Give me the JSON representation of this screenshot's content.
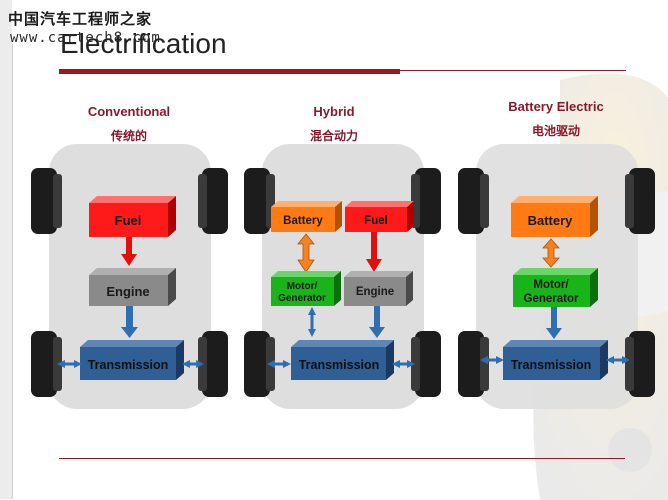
{
  "watermark": {
    "site_name": "中国汽车工程师之家",
    "url": "www.cartech8.com"
  },
  "slide": {
    "title": "Electrification"
  },
  "columns": [
    {
      "title": "Conventional",
      "subtitle": "传统的",
      "blocks": {
        "fuel": "Fuel",
        "engine": "Engine",
        "transmission": "Transmission"
      }
    },
    {
      "title": "Hybrid",
      "subtitle": "混合动力",
      "blocks": {
        "battery": "Battery",
        "fuel": "Fuel",
        "motor_line1": "Motor/",
        "motor_line2": "Generator",
        "engine": "Engine",
        "transmission": "Transmission"
      }
    },
    {
      "title": "Battery Electric",
      "subtitle": "电池驱动",
      "blocks": {
        "battery": "Battery",
        "motor_line1": "Motor/",
        "motor_line2": "Generator",
        "transmission": "Transmission"
      }
    }
  ],
  "colors": {
    "accent_red": "#a01526",
    "header_text": "#8a1a2b",
    "fuel": "#ff1a1a",
    "battery": "#ff7a12",
    "motor": "#19b419",
    "engine": "#8a8a8a",
    "transmission": "#2f5f95",
    "arrow_blue": "#2f6fb1",
    "arrow_red": "#e01010",
    "arrow_orange": "#f58220",
    "chassis": "#dedede",
    "wheel": "#1c1c1c"
  }
}
